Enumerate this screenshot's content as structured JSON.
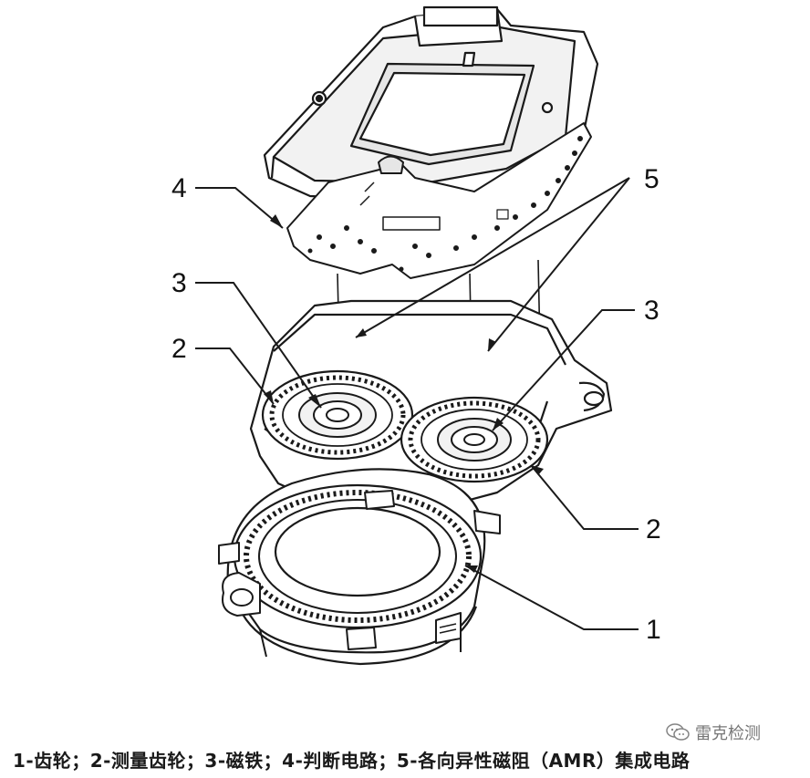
{
  "callouts": {
    "c1": "1",
    "c2a": "2",
    "c2b": "2",
    "c3a": "3",
    "c3b": "3",
    "c4": "4",
    "c5": "5"
  },
  "caption": "1-齿轮；2-测量齿轮；3-磁铁；4-判断电路；5-各向异性磁阻（AMR）集成电路",
  "watermark": {
    "text": "雷克检测",
    "icon": "wechat-icon"
  },
  "colors": {
    "line": "#1a1a1a",
    "paper": "#ffffff",
    "shade": "#e6e6e6"
  }
}
